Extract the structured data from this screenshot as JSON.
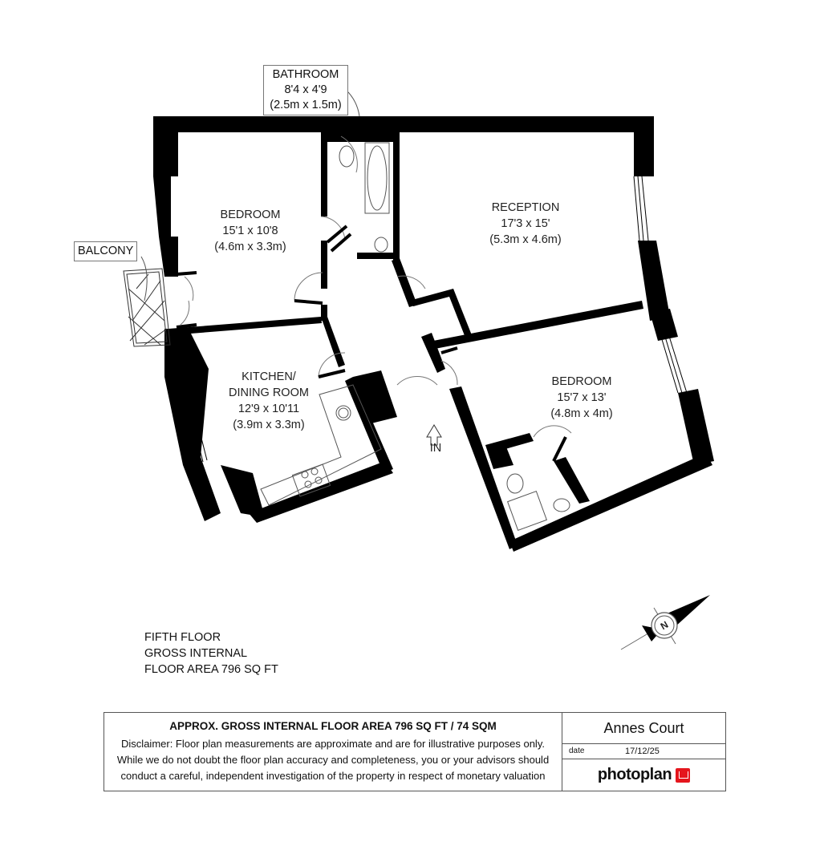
{
  "rooms": {
    "bathroom": {
      "name": "BATHROOM",
      "imperial": "8'4 x 4'9",
      "metric": "(2.5m x 1.5m)"
    },
    "bedroom1": {
      "name": "BEDROOM",
      "imperial": "15'1 x 10'8",
      "metric": "(4.6m x 3.3m)"
    },
    "reception": {
      "name": "RECEPTION",
      "imperial": "17'3 x 15'",
      "metric": "(5.3m x 4.6m)"
    },
    "kitchen": {
      "name_line1": "KITCHEN/",
      "name_line2": "DINING ROOM",
      "imperial": "12'9 x 10'11",
      "metric": "(3.9m x 3.3m)"
    },
    "bedroom2": {
      "name": "BEDROOM",
      "imperial": "15'7 x 13'",
      "metric": "(4.8m x 4m)"
    },
    "balcony": {
      "name": "BALCONY"
    }
  },
  "entrance_label": "IN",
  "compass_label": "N",
  "floor_info": {
    "line1": "FIFTH FLOOR",
    "line2": "GROSS INTERNAL",
    "line3": "FLOOR AREA 796 SQ FT"
  },
  "footer": {
    "headline": "APPROX. GROSS INTERNAL FLOOR AREA 796 SQ FT / 74 SQM",
    "disclaimer_line1": "Disclaimer: Floor plan measurements are approximate and are for illustrative purposes only.",
    "disclaimer_line2": "While we do not doubt the floor plan accuracy and completeness, you or your advisors should",
    "disclaimer_line3": "conduct a careful, independent investigation of the property in respect of monetary valuation",
    "property_name": "Annes Court",
    "date_label": "date",
    "date_value": "17/12/25",
    "logo_text": "photoplan",
    "logo_color": "#e5161d"
  }
}
